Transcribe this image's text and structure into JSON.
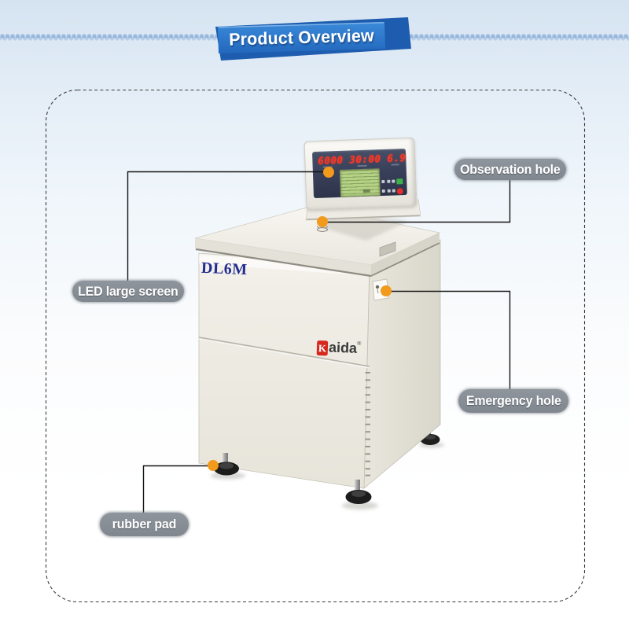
{
  "banner": {
    "title": "Product Overview"
  },
  "machine": {
    "model": "DL6M",
    "brand": {
      "icon_letter": "K",
      "name": "aida",
      "registered": "®"
    },
    "display": {
      "speed": "6000",
      "time": "30:00",
      "temp": "6.9"
    }
  },
  "callouts": [
    {
      "id": "led-large-screen",
      "label": "LED large screen"
    },
    {
      "id": "observation-hole",
      "label": "Observation hole"
    },
    {
      "id": "emergency-hole",
      "label": "Emergency hole"
    },
    {
      "id": "rubber-pad",
      "label": "rubber pad"
    }
  ],
  "colors": {
    "accent_dot": "#F29A1B",
    "banner_front": "#2B7CD0",
    "banner_back": "#1D5CAE",
    "pill_gray": "#878D95",
    "led_red": "#FF3522",
    "lcd_green": "#B5D284",
    "model_navy": "#232E91",
    "logo_red": "#D6281E"
  }
}
